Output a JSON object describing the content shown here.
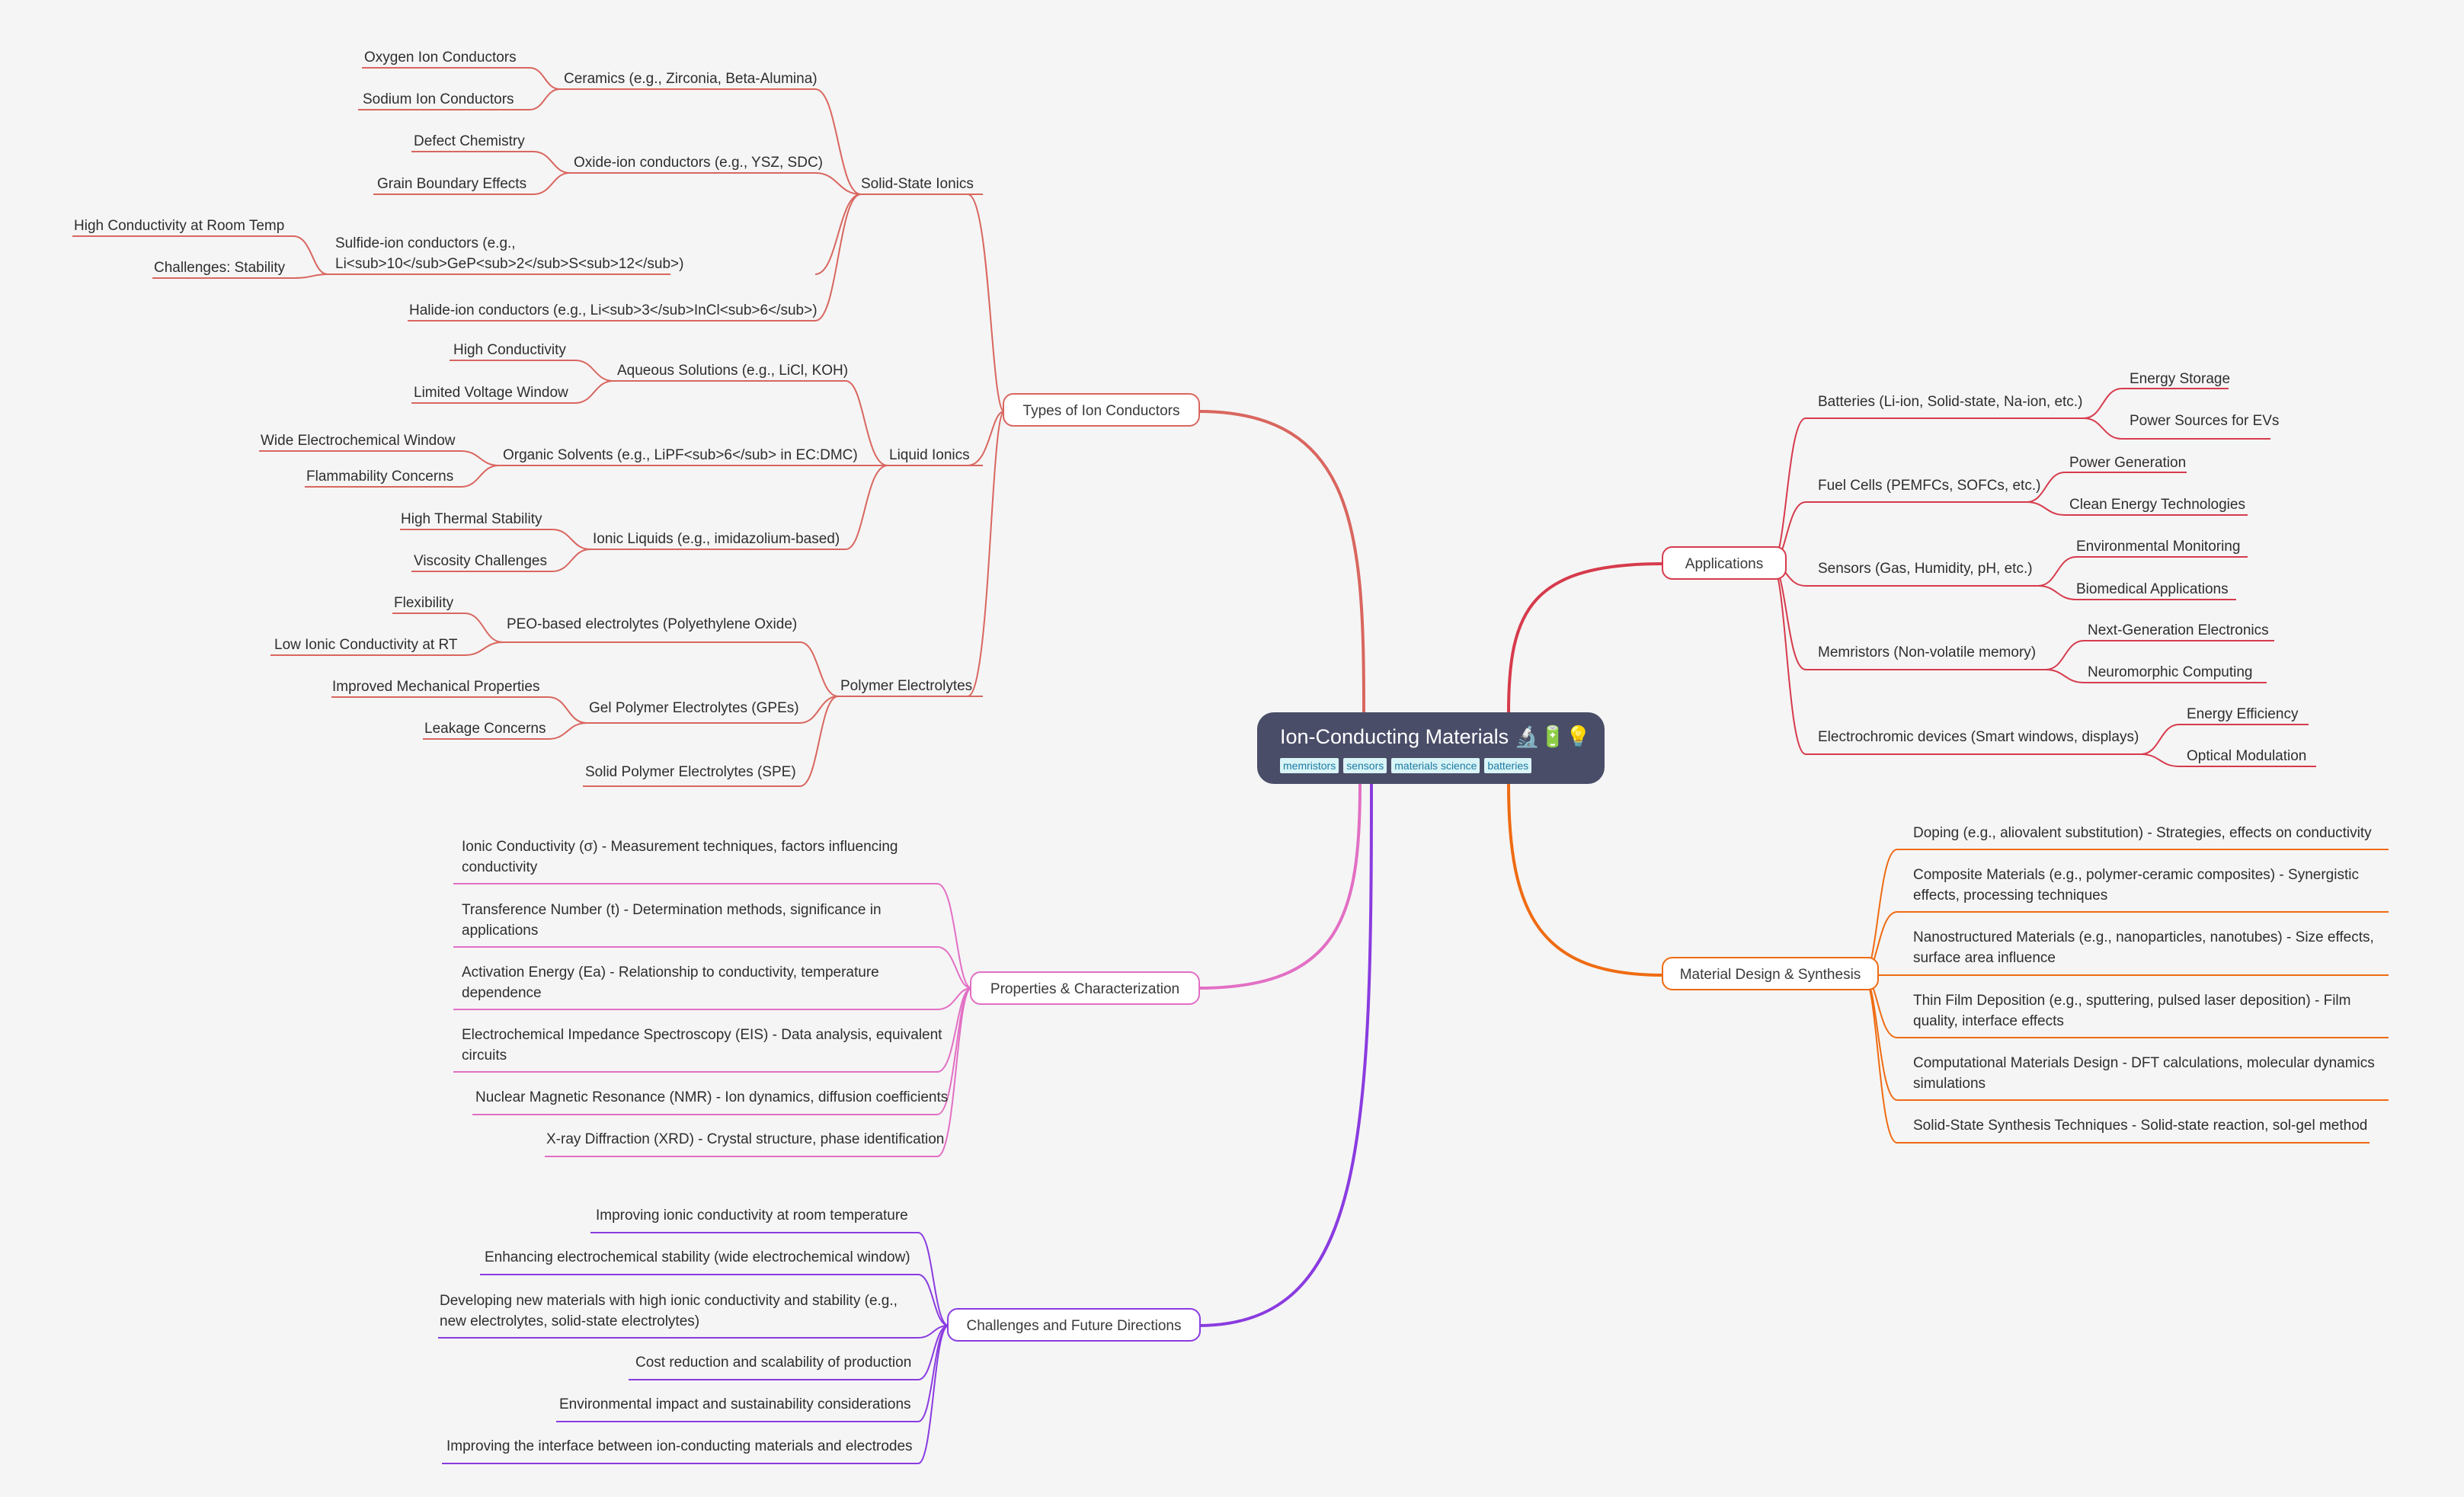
{
  "root": {
    "title": "Ion-Conducting Materials 🔬🔋💡",
    "tags": [
      "memristors",
      "sensors",
      "materials science",
      "batteries"
    ]
  },
  "branches": {
    "types": "Types of Ion Conductors",
    "applications": "Applications",
    "design": "Material Design & Synthesis",
    "properties": "Properties & Characterization",
    "challenges": "Challenges and Future Directions"
  },
  "solid_state": {
    "label": "Solid-State Ionics",
    "ceramics": "Ceramics (e.g., Zirconia, Beta-Alumina)",
    "oxygen_ion": "Oxygen Ion Conductors",
    "sodium_ion": "Sodium Ion Conductors",
    "oxide_ion": "Oxide-ion conductors (e.g., YSZ, SDC)",
    "defect": "Defect Chemistry",
    "grain": "Grain Boundary Effects",
    "sulfide_1": "Sulfide-ion conductors (e.g.,",
    "sulfide_2": "Li<sub>10</sub>GeP<sub>2</sub>S<sub>12</sub>)",
    "high_cond_rt": "High Conductivity at Room Temp",
    "stability": "Challenges: Stability",
    "halide": "Halide-ion conductors (e.g., Li<sub>3</sub>InCl<sub>6</sub>)"
  },
  "liquid": {
    "label": "Liquid Ionics",
    "aqueous": "Aqueous Solutions (e.g., LiCl, KOH)",
    "high_cond": "High Conductivity",
    "limited_voltage": "Limited Voltage Window",
    "organic": "Organic Solvents (e.g., LiPF<sub>6</sub> in EC:DMC)",
    "wide_window": "Wide Electrochemical Window",
    "flammability": "Flammability Concerns",
    "ionic_liquids": "Ionic Liquids (e.g., imidazolium-based)",
    "thermal": "High Thermal Stability",
    "viscosity": "Viscosity Challenges"
  },
  "polymer": {
    "label": "Polymer Electrolytes",
    "peo": "PEO-based electrolytes (Polyethylene Oxide)",
    "flexibility": "Flexibility",
    "low_cond": "Low Ionic Conductivity at RT",
    "gel": "Gel Polymer Electrolytes (GPEs)",
    "mechanical": "Improved Mechanical Properties",
    "leakage": "Leakage Concerns",
    "spe": "Solid Polymer Electrolytes (SPE)"
  },
  "applications": {
    "batteries": "Batteries (Li-ion, Solid-state, Na-ion, etc.)",
    "energy_storage": "Energy Storage",
    "power_ev": "Power Sources for EVs",
    "fuel_cells": "Fuel Cells (PEMFCs, SOFCs, etc.)",
    "power_gen": "Power Generation",
    "clean_energy": "Clean Energy Technologies",
    "sensors": "Sensors (Gas, Humidity, pH, etc.)",
    "env_monitoring": "Environmental Monitoring",
    "biomedical": "Biomedical Applications",
    "memristors": "Memristors (Non-volatile memory)",
    "next_gen": "Next-Generation Electronics",
    "neuromorphic": "Neuromorphic Computing",
    "electrochromic": "Electrochromic devices (Smart windows, displays)",
    "energy_eff": "Energy Efficiency",
    "optical": "Optical Modulation"
  },
  "design": {
    "doping": "Doping (e.g., aliovalent substitution) -  Strategies, effects on conductivity",
    "composite_1": "Composite Materials (e.g., polymer-ceramic composites) - Synergistic",
    "composite_2": "effects, processing techniques",
    "nano_1": "Nanostructured Materials (e.g., nanoparticles, nanotubes) -  Size effects,",
    "nano_2": "surface area influence",
    "thin_1": "Thin Film Deposition (e.g., sputtering, pulsed laser deposition) -  Film",
    "thin_2": "quality, interface effects",
    "comp_1": "Computational Materials Design - DFT calculations, molecular dynamics",
    "comp_2": "simulations",
    "solid_synth": "Solid-State Synthesis Techniques -  Solid-state reaction, sol-gel method"
  },
  "properties": {
    "ionic_1": "Ionic Conductivity (σ) - Measurement techniques, factors influencing",
    "ionic_2": "conductivity",
    "transference_1": "Transference Number (t) -  Determination methods, significance in",
    "transference_2": "applications",
    "activation_1": "Activation Energy (Ea) - Relationship to conductivity, temperature",
    "activation_2": "dependence",
    "eis_1": "Electrochemical Impedance Spectroscopy (EIS) - Data analysis, equivalent",
    "eis_2": "circuits",
    "nmr": "Nuclear Magnetic Resonance (NMR) - Ion dynamics, diffusion coefficients",
    "xrd": "X-ray Diffraction (XRD) - Crystal structure, phase identification"
  },
  "challenges": {
    "c1": "Improving ionic conductivity at room temperature",
    "c2": "Enhancing electrochemical stability (wide electrochemical window)",
    "c3_1": "Developing new materials with high ionic conductivity and stability (e.g.,",
    "c3_2": "new electrolytes, solid-state electrolytes)",
    "c4": "Cost reduction and scalability of production",
    "c5": "Environmental impact and sustainability considerations",
    "c6": "Improving the interface between ion-conducting materials and electrodes"
  },
  "colors": {
    "types": "#d9665f",
    "applications": "#d63b4c",
    "design": "#ef6b12",
    "properties": "#e26fc4",
    "challenges": "#8a3be0",
    "root_bg": "#4a4d68"
  }
}
